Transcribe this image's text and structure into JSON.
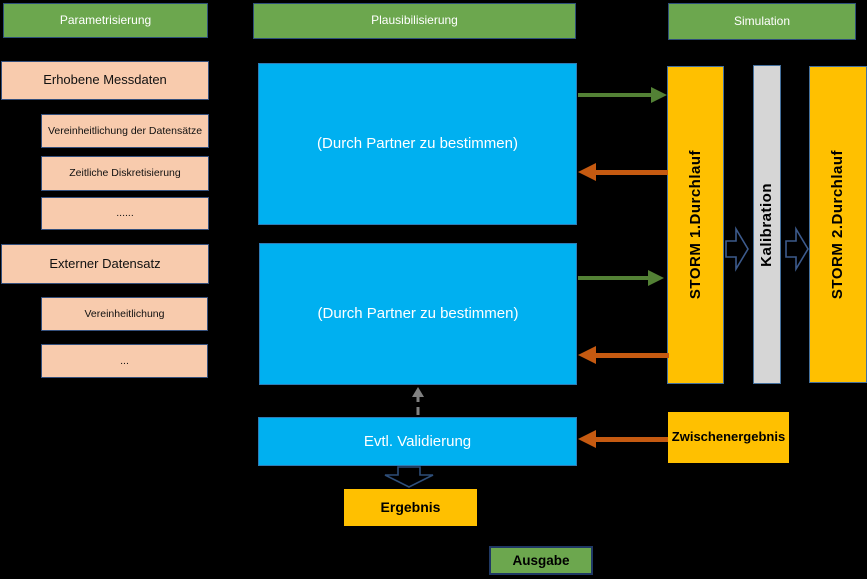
{
  "diagram": {
    "headers": {
      "parametrisierung": "Parametrisierung",
      "plausibilisierung": "Plausibilisierung",
      "simulation": "Simulation"
    },
    "parametrisierung": {
      "groups": [
        {
          "title": "Erhobene Messdaten",
          "items": [
            "Vereinheitlichung der Datensätze",
            "Zeitliche Diskretisierung",
            "......"
          ]
        },
        {
          "title": "Externer Datensatz",
          "items": [
            "Vereinheitlichung",
            "..."
          ]
        }
      ]
    },
    "plausibilisierung": {
      "partner_box_1": "(Durch Partner zu bestimmen)",
      "partner_box_2": "(Durch Partner zu bestimmen)",
      "validation": "Evtl. Validierung",
      "result": "Ergebnis",
      "output": "Ausgabe"
    },
    "simulation": {
      "storm_run_1": "STORM 1.Durchlauf",
      "calibration": "Kalibration",
      "storm_run_2": "STORM 2.Durchlauf",
      "intermediate_result": "Zwischenergebnis"
    },
    "colors": {
      "background": "#000000",
      "header_green": "#6CA74E",
      "box_orange": "#F8CBAD",
      "box_cyan": "#00B0F0",
      "box_yellow": "#FFC000",
      "box_gray": "#D6D6D6",
      "arrow_green": "#538135",
      "arrow_orange": "#C55A11",
      "arrow_gray": "#808080",
      "outline_blue": "#35507C"
    }
  }
}
